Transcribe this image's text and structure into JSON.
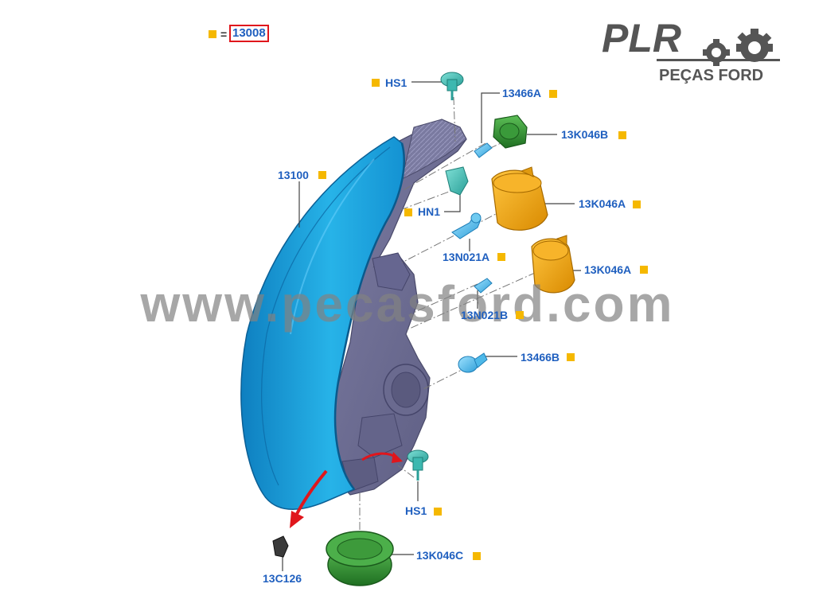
{
  "header": {
    "assembly_number": "13008",
    "equals": "="
  },
  "logo": {
    "brand": "PLR",
    "subtitle": "PEÇAS FORD"
  },
  "watermark": "www.pecasford.com",
  "colors": {
    "label_blue": "#1f5fbf",
    "marker_yellow": "#f5b800",
    "highlight_red": "#e0161c",
    "housing_blue": "#1ca0d8",
    "housing_gray": "#6f6f94",
    "cover_orange": "#f0a000",
    "cover_green": "#2f8f30",
    "clip_teal": "#3cb8b0",
    "bulb_blue": "#4db8e8"
  },
  "labels": {
    "hs1_top": "HS1",
    "p13466a": "13466A",
    "p13k046b": "13K046B",
    "p13100": "13100",
    "hn1": "HN1",
    "p13k046a_1": "13K046A",
    "p13n021a": "13N021A",
    "p13k046a_2": "13K046A",
    "p13n021b": "13N021B",
    "p13466b": "13466B",
    "hs1_bottom": "HS1",
    "p13k046c": "13K046C",
    "p13c126": "13C126"
  }
}
